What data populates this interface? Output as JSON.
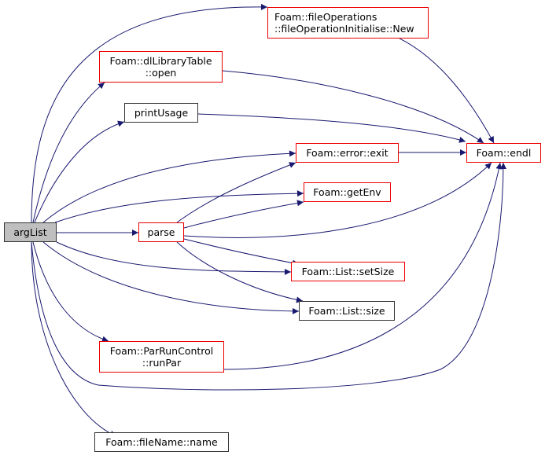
{
  "nodes": {
    "argList": "argList",
    "parse": "parse",
    "fileOpNew": [
      "Foam::fileOperations",
      "::fileOperationInitialise::New"
    ],
    "dlOpen": [
      "Foam::dlLibraryTable",
      "::open"
    ],
    "printUsage": "printUsage",
    "errorExit": "Foam::error::exit",
    "endl": "Foam::endl",
    "getEnv": "Foam::getEnv",
    "setSize": "Foam::List::setSize",
    "size": "Foam::List::size",
    "runPar": [
      "Foam::ParRunControl",
      "::runPar"
    ],
    "fileNameName": "Foam::fileName::name"
  },
  "colors": {
    "edge": "#191970",
    "border_red": "#ff0000",
    "root_fill": "#bfbfbf"
  }
}
